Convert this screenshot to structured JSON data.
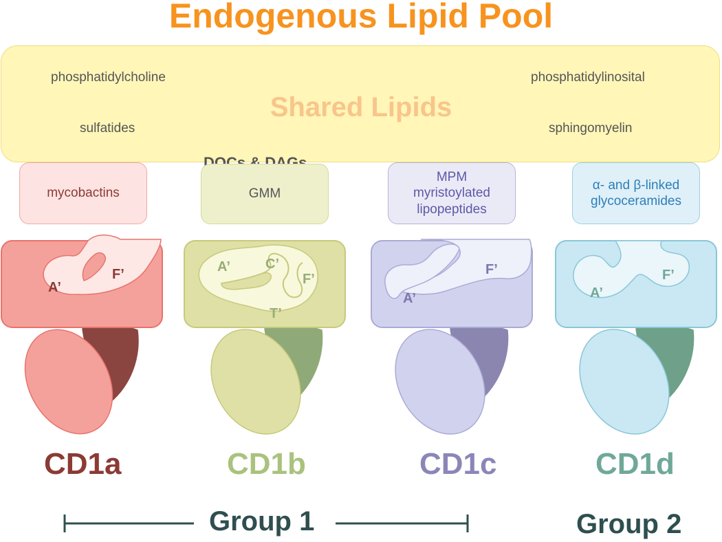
{
  "title": "Endogenous Lipid Pool",
  "shared": {
    "title": "Shared Lipids",
    "lipids": [
      "phosphatidylcholine",
      "sulfatides",
      "phosphatidylinosital",
      "sphingomyelin"
    ]
  },
  "cd1a": {
    "label": "CD1a",
    "lipid_box": "mycobactins",
    "pockets": [
      "A’",
      "F’"
    ]
  },
  "cd1b": {
    "label": "CD1b",
    "lipid_header": "DOCs & DAGs",
    "lipid_box": "GMM",
    "pockets": [
      "A’",
      "C’",
      "F’",
      "T’"
    ]
  },
  "cd1c": {
    "label": "CD1c",
    "lipid_box_lines": [
      "MPM",
      "myristoylated",
      "lipopeptides"
    ],
    "pockets": [
      "A’",
      "F’"
    ]
  },
  "cd1d": {
    "label": "CD1d",
    "lipid_box_lines": [
      "α- and β-linked",
      "glycoceramides"
    ],
    "pockets": [
      "A’",
      "F’"
    ]
  },
  "groups": {
    "group1": "Group 1",
    "group2": "Group 2"
  },
  "colors": {
    "title": "#f7931e",
    "pool_fill": "#fff6b8",
    "shared_title": "#f8c58a",
    "cd1a": "#8b3a34",
    "cd1b": "#a9c27e",
    "cd1c": "#8a86b8",
    "cd1d": "#6fa898",
    "group": "#2f4f4f"
  }
}
